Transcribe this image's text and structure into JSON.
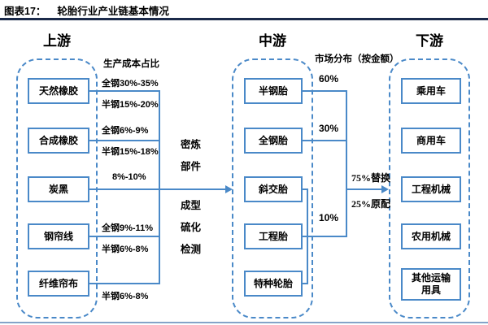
{
  "title": {
    "prefix": "图表17：",
    "text": "轮胎行业产业链基本情况"
  },
  "colors": {
    "accent": "#4a89c8",
    "title_rule": "#1b2a4a",
    "footer_rule": "#84a3c8",
    "text": "#000000"
  },
  "columns": {
    "upstream": {
      "header": "上游",
      "items": [
        "天然橡胶",
        "合成橡胶",
        "炭黑",
        "钢帘线",
        "纤维帘布"
      ]
    },
    "midstream": {
      "header": "中游",
      "items": [
        "半钢胎",
        "全钢胎",
        "斜交胎",
        "工程胎",
        "特种轮胎"
      ]
    },
    "downstream": {
      "header": "下游",
      "items": [
        "乘用车",
        "商用车",
        "工程机械",
        "农用机械",
        "其他运输用具"
      ]
    }
  },
  "cost_section": {
    "title": "生产成本占比",
    "labels": [
      "全钢30%-35%",
      "半钢15%-20%",
      "全钢6%-9%",
      "半钢15%-18%",
      "8%-10%",
      "全钢9%-11%",
      "半钢6%-8%",
      "半钢6%-8%"
    ]
  },
  "process_steps": [
    "密炼",
    "部件",
    "成型",
    "硫化",
    "检测"
  ],
  "market_section": {
    "title": "市场分布（按金额）",
    "shares": [
      "60%",
      "30%",
      "10%"
    ]
  },
  "flow_labels": {
    "replacement": "75%替换",
    "oem": "25%原配"
  }
}
